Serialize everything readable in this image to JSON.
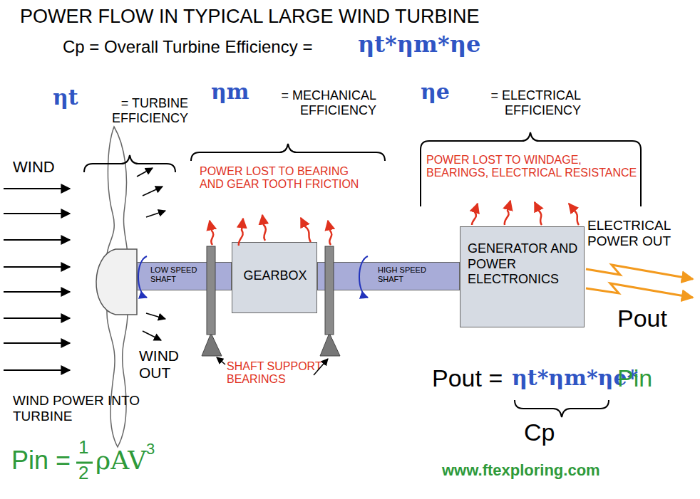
{
  "diagram": {
    "title": "POWER FLOW IN TYPICAL LARGE WIND TURBINE",
    "nodes": [
      {
        "text": [
          "LOW SPEED SHAFT"
        ]
      },
      {
        "text": [
          "GEARBOX"
        ]
      },
      {
        "text": [
          "HIGH SPEED SHAFT"
        ]
      },
      {
        "text": [
          "GENERATOR AND POWER ELECTRONICS"
        ]
      }
    ],
    "labels": [
      "Cp = Overall Turbine Efficiency =",
      "ηt*ηm*ηe",
      "ηt",
      "= TURBINE EFFICIENCY",
      "ηm",
      "= MECHANICAL EFFICIENCY",
      "ηe",
      "= ELECTRICAL EFFICIENCY",
      "POWER LOST TO BEARING AND GEAR TOOTH FRICTION",
      "POWER LOST TO WINDAGE, BEARINGS, ELECTRICAL RESISTANCE",
      "WIND",
      "WIND OUT",
      "SHAFT SUPPORT BEARINGS",
      "ELECTRICAL POWER OUT",
      "Pout",
      "WIND POWER INTO TURBINE",
      "Pin =",
      "1",
      "2",
      "ρAV",
      "3",
      "Pout =",
      "ηt*ηm*ηe*",
      "Pin",
      "Cp",
      "www.ftexploring.com"
    ]
  }
}
